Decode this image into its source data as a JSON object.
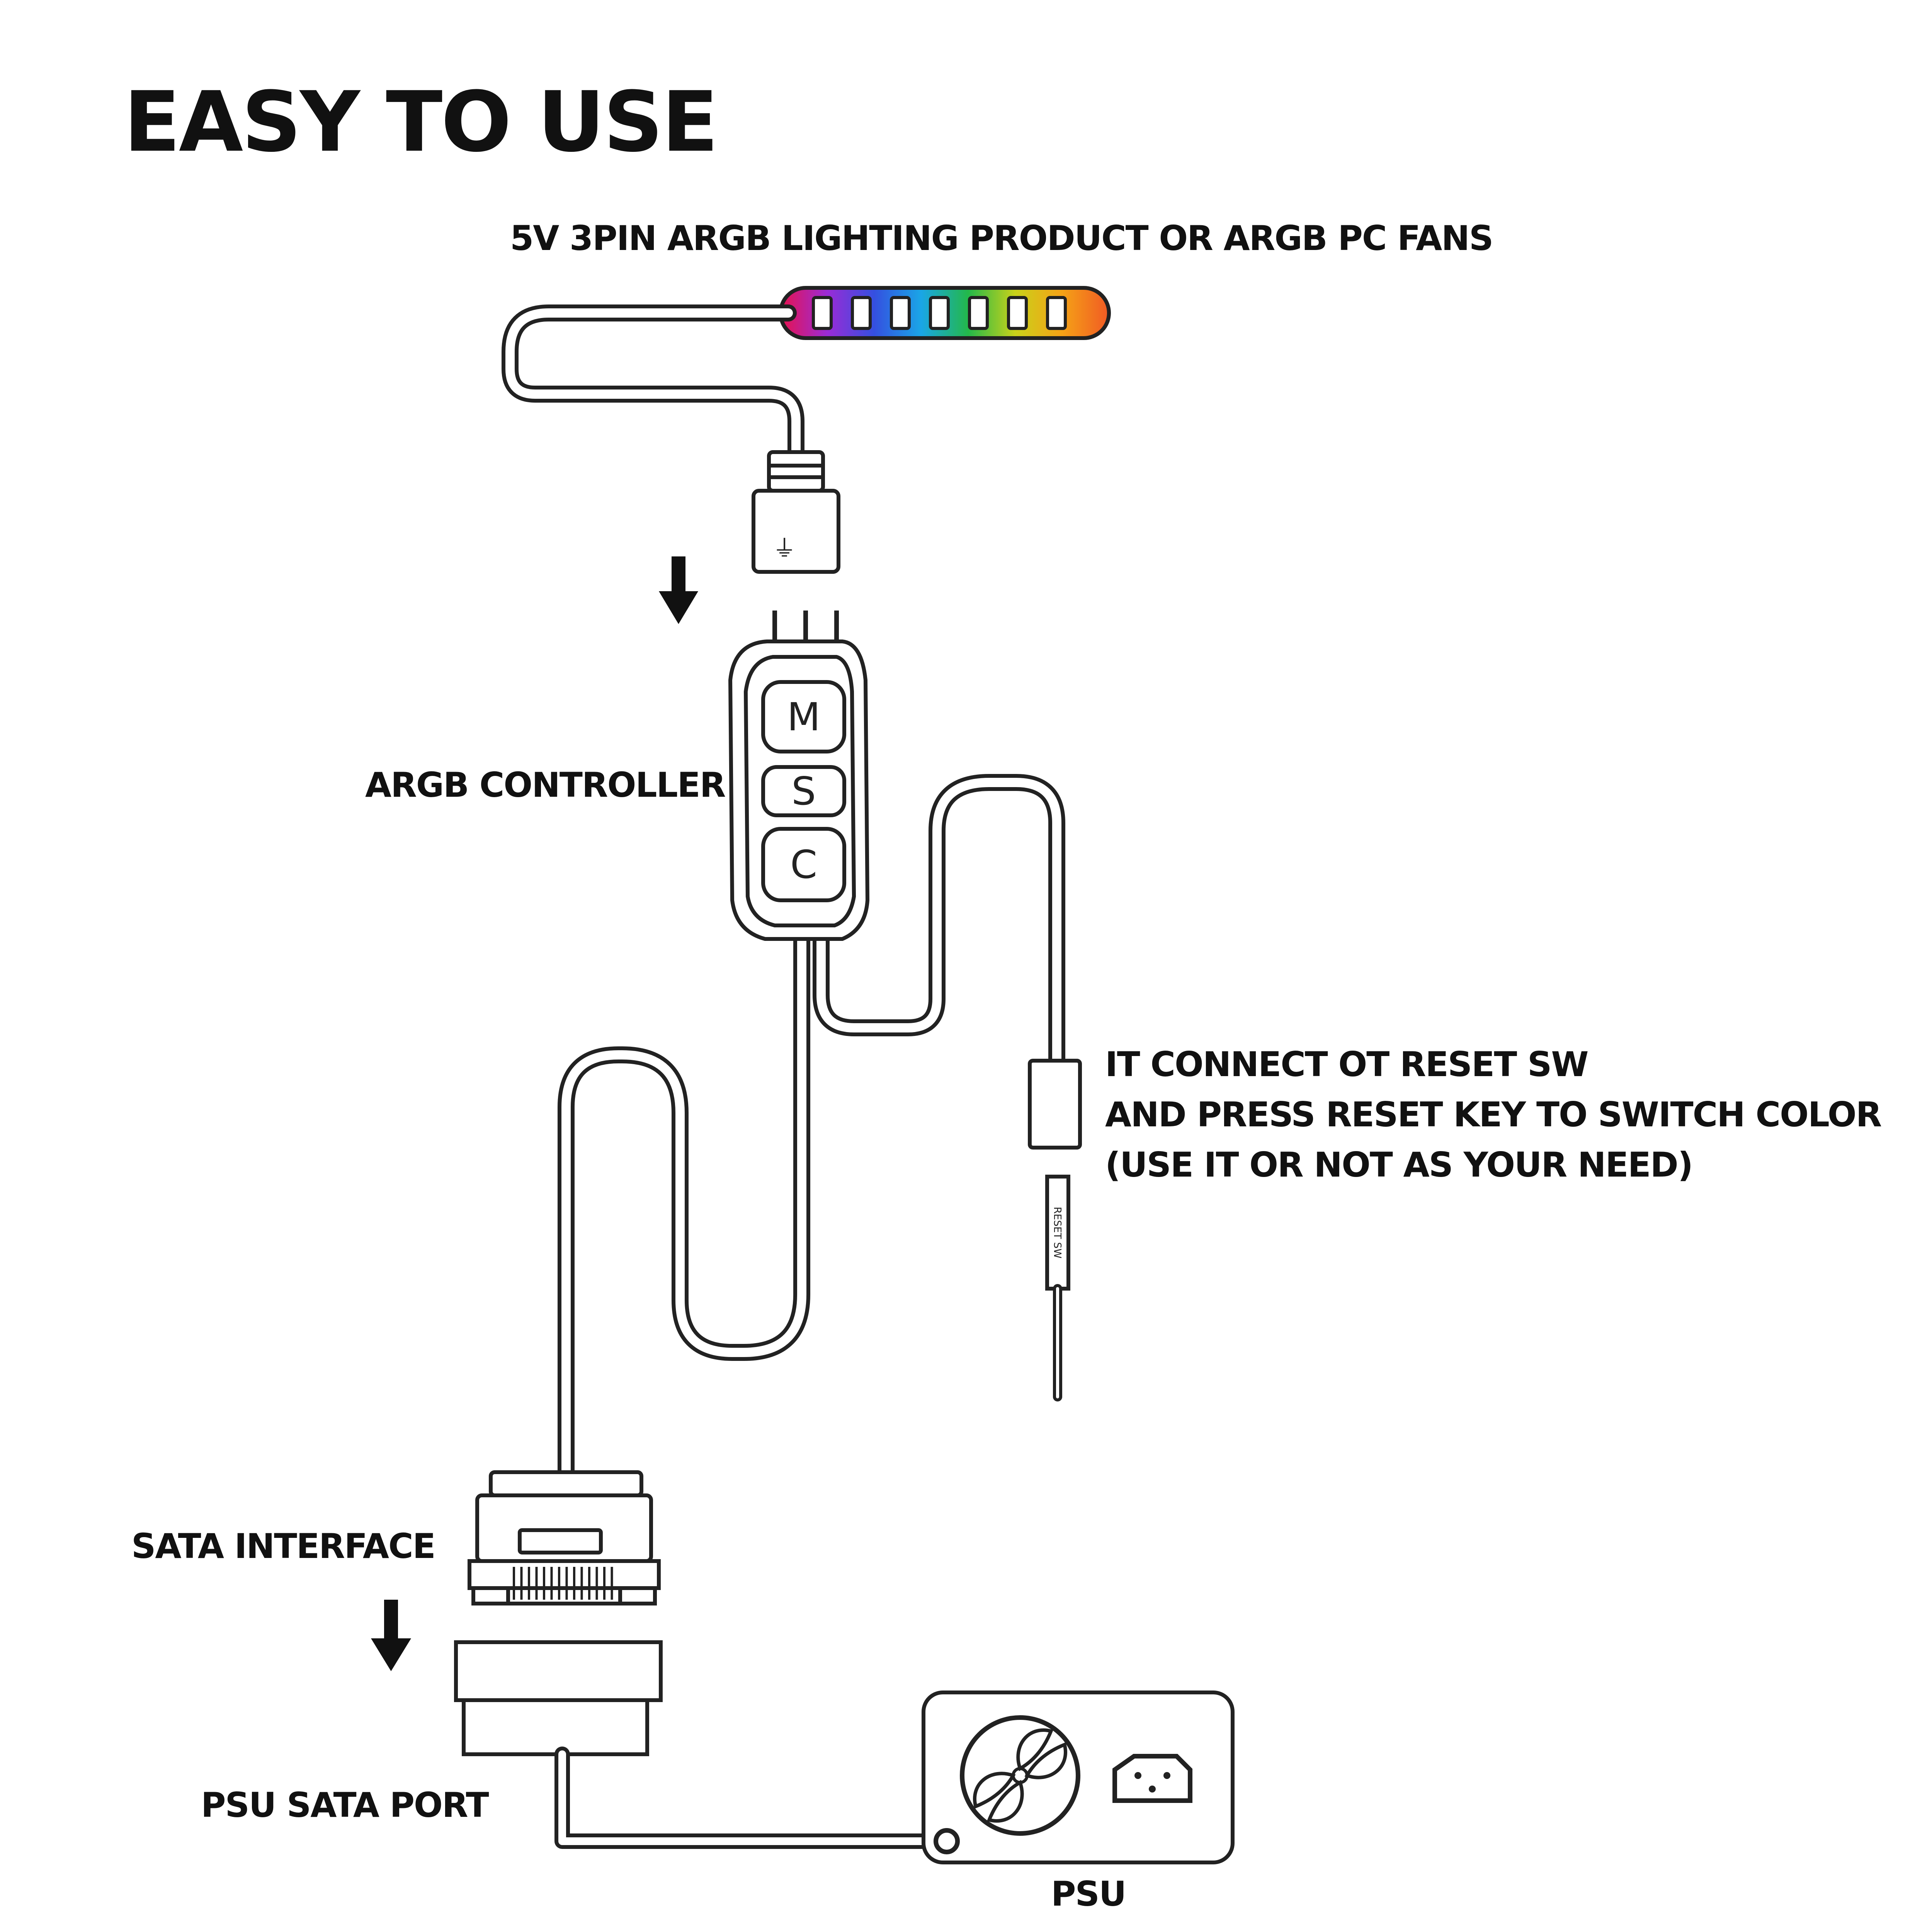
{
  "title": "EASY TO USE",
  "labels": {
    "lighting_product": "5V 3PIN ARGB LIGHTING PRODUCT OR ARGB PC FANS",
    "controller": "ARGB CONTROLLER",
    "reset_line1": "IT CONNECT OT RESET SW",
    "reset_line2": "AND PRESS RESET KEY TO SWITCH COLOR",
    "reset_line3": "(USE IT OR NOT AS YOUR NEED)",
    "sata_interface": "SATA INTERFACE",
    "psu_sata_port": "PSU SATA PORT",
    "psu": "PSU"
  },
  "controller_buttons": [
    "M",
    "S",
    "C"
  ],
  "reset_switch_text": "RESET SW",
  "connector_symbol": "⏚",
  "colors": {
    "line": "#222222",
    "rainbow": [
      "#e8124f",
      "#9a2bd6",
      "#3450e0",
      "#1aa6e6",
      "#23b84a",
      "#c9d21a",
      "#f5a216",
      "#f15a24"
    ]
  }
}
